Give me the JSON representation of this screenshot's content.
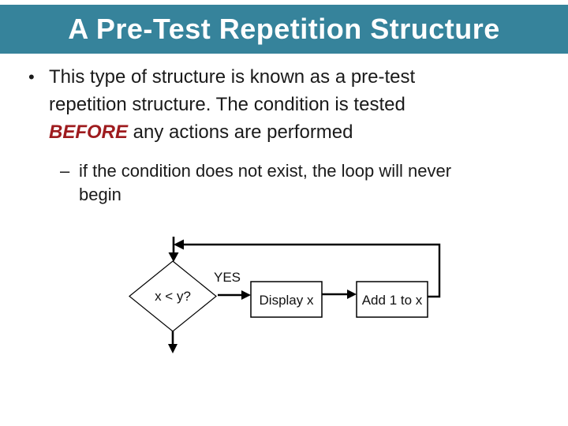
{
  "slide": {
    "title": "A Pre-Test Repetition Structure",
    "colors": {
      "title_bg": "#36839B",
      "title_text": "#FFFFFF",
      "body_text": "#1A1A1A",
      "emphasis_red": "#9E1B1E",
      "flowchart_line": "#000000",
      "background": "#FFFFFF"
    }
  },
  "body": {
    "bullet1": {
      "marker": "•",
      "line1": "This type of structure is known as a pre-test",
      "line2": "repetition structure. The condition is tested",
      "line3_emphasis": "BEFORE",
      "line3_rest": " any actions are performed"
    },
    "sub_bullet": {
      "marker": "–",
      "line1": "if the condition does not exist, the loop will never",
      "line2": "begin"
    }
  },
  "flowchart": {
    "decision_label": "x < y?",
    "branch_label": "YES",
    "process1_label": "Display x",
    "process2_label": "Add 1 to x"
  }
}
